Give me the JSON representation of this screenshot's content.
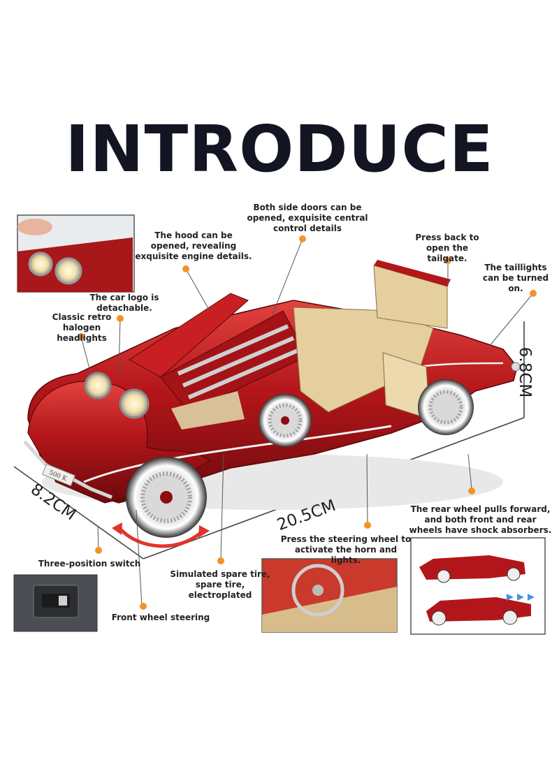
{
  "title": "INTRODUCE",
  "dimensions": {
    "width": "8.2CM",
    "length": "20.5CM",
    "height": "6.8CM"
  },
  "plate_text": "500 K",
  "callouts": {
    "hood": "The hood can be opened, revealing exquisite engine details.",
    "doors": "Both side doors can be opened, exquisite central control details",
    "tailgate": "Press back to open the tailgate.",
    "taillights": "The taillights can be turned on.",
    "logo": "The car logo is detachable.",
    "headlights": "Classic retro halogen headlights",
    "rear_wheel": "The rear wheel pulls forward, and both front and rear wheels have shock absorbers.",
    "steering_wheel": "Press the steering wheel to activate the horn and lights.",
    "switch": "Three-position switch",
    "spare_tire": "Simulated spare tire, spare tire, electroplated",
    "front_steering": "Front wheel steering"
  },
  "colors": {
    "car_red": "#b3161a",
    "dot_orange": "#f39325",
    "interior_beige": "#e5cf9f",
    "arrow_red": "#e3332b"
  }
}
